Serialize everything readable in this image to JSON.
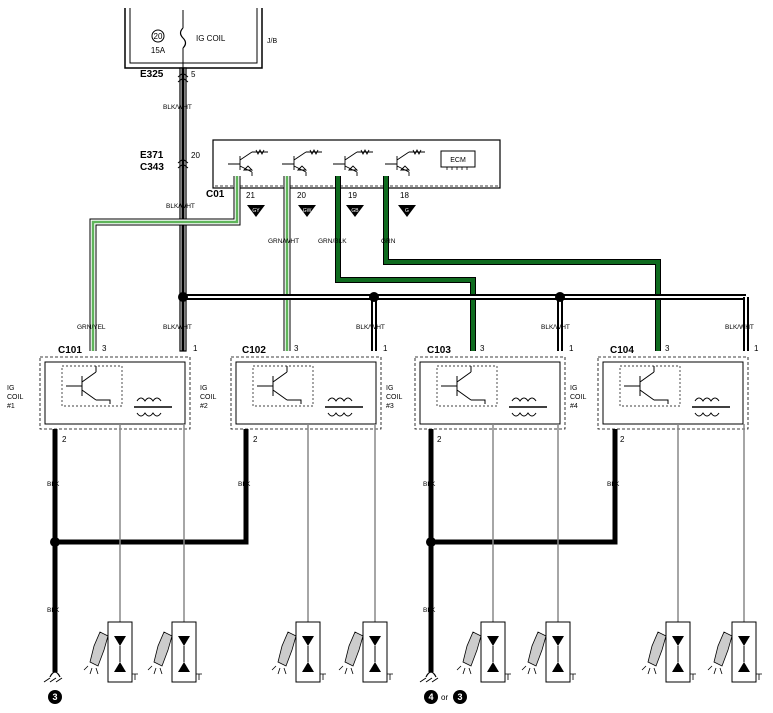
{
  "junction_box": {
    "fuse_number": "20",
    "fuse_rating": "15A",
    "fuse_name": "IG COIL",
    "box_label": "J/B"
  },
  "connectors": {
    "e325": "E325",
    "e325_pin": "5",
    "e371": "E371",
    "c343": "C343",
    "e371_pin": "20",
    "c01": "C01",
    "c101": "C101",
    "c102": "C102",
    "c103": "C103",
    "c104": "C104"
  },
  "ecm": {
    "label": "ECM",
    "pins": [
      "21",
      "20",
      "19",
      "18"
    ],
    "tags": [
      "GY",
      "GW",
      "GB",
      "G"
    ]
  },
  "wires": {
    "main_feed": "BLK/WHT",
    "main_feed_2": "BLK/WHT",
    "coil1_signal": "GRN/YEL",
    "coil2_signal": "GRN/WHT",
    "coil3_signal": "GRN/BLK",
    "coil4_signal": "GRN",
    "coil_feed": "BLK/WHT",
    "ground": "BLK"
  },
  "coils": [
    {
      "name": "IG",
      "sub": "COIL",
      "num": "#1",
      "pin_signal": "3",
      "pin_power": "1",
      "pin_ground": "2"
    },
    {
      "name": "IG",
      "sub": "COIL",
      "num": "#2",
      "pin_signal": "3",
      "pin_power": "1",
      "pin_ground": "2"
    },
    {
      "name": "IG",
      "sub": "COIL",
      "num": "#3",
      "pin_signal": "3",
      "pin_power": "1",
      "pin_ground": "2"
    },
    {
      "name": "IG",
      "sub": "COIL",
      "num": "#4",
      "pin_signal": "3",
      "pin_power": "1",
      "pin_ground": "2"
    }
  ],
  "grounds": {
    "left": "3",
    "right_a": "4",
    "right_or": "or",
    "right_b": "3"
  },
  "colors": {
    "green": "#0f6b1f",
    "green_light": "#5fb55a",
    "black": "#000000",
    "gray": "#888888"
  }
}
